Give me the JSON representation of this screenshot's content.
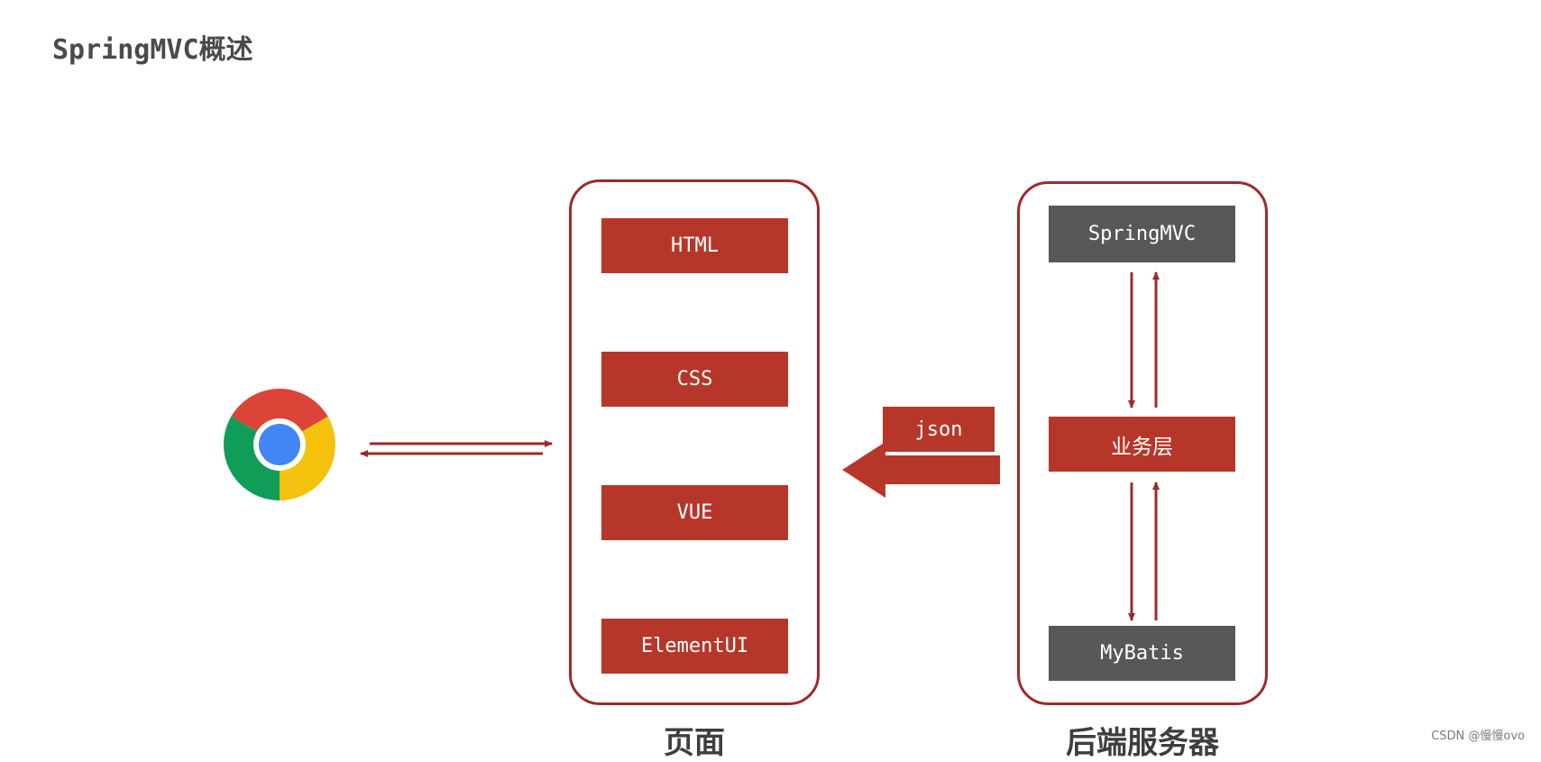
{
  "title": "SpringMVC概述",
  "frontend": {
    "label": "页面",
    "items": [
      "HTML",
      "CSS",
      "VUE",
      "ElementUI"
    ]
  },
  "backend": {
    "label": "后端服务器",
    "top": "SpringMVC",
    "middle": "业务层",
    "bottom": "MyBatis"
  },
  "json_label": "json",
  "browser_icon": "chrome-browser-icon",
  "watermark": "CSDN @慢慢ovo",
  "colors": {
    "accent_red": "#b6372a",
    "frame_red": "#9e2a2a",
    "grey_box": "#58585a",
    "title_text": "#4a4a4a"
  }
}
